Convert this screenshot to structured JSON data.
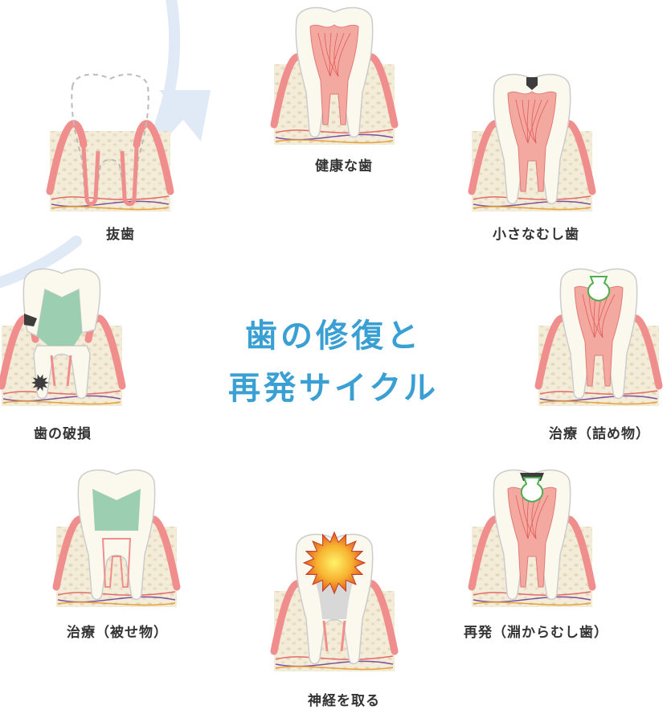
{
  "title": {
    "line1": "歯の修復と",
    "line2": "再発サイクル"
  },
  "stages": [
    {
      "id": "healthy",
      "label": "健康な歯"
    },
    {
      "id": "small-cavity",
      "label": "小さなむし歯"
    },
    {
      "id": "filling",
      "label": "治療（詰め物）"
    },
    {
      "id": "recurrence",
      "label": "再発（淵からむし歯）"
    },
    {
      "id": "nerve-removal",
      "label": "神経を取る"
    },
    {
      "id": "crown",
      "label": "治療（被せ物）"
    },
    {
      "id": "breakage",
      "label": "歯の破損"
    },
    {
      "id": "extraction",
      "label": "抜歯"
    }
  ],
  "colors": {
    "title": "#3a9fd3",
    "cycle": "#dfeaf6",
    "gum": "#f08e8e",
    "bone": "#f3ecd8",
    "enamel": "#fbf8ee",
    "pulp": "#f4a9a0",
    "crown": "#9ccfb1",
    "decay": "#3d3d3d",
    "pain": "#f5a623"
  },
  "icons": [
    "healthy-tooth-icon",
    "cavity-tooth-icon",
    "filled-tooth-icon",
    "recurrent-cavity-tooth-icon",
    "nerve-pain-tooth-icon",
    "crowned-tooth-icon",
    "broken-tooth-icon",
    "extracted-tooth-icon",
    "cycle-arrow-icon"
  ]
}
